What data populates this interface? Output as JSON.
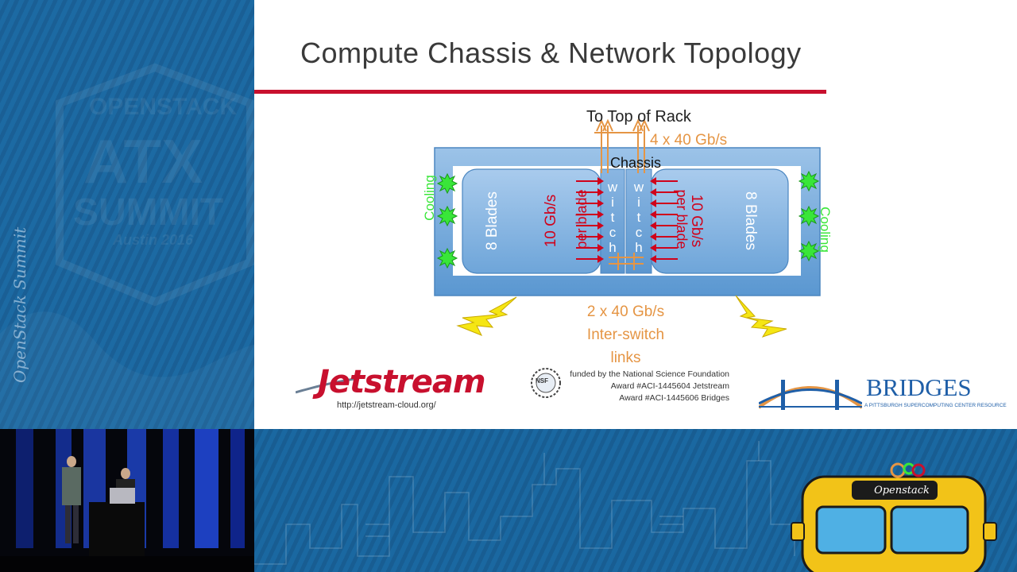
{
  "conference": {
    "watermark_lines": [
      "OPENSTACK",
      "ATX",
      "SUMMIT",
      "Austin 2016"
    ],
    "side_script": "OpenStack Summit",
    "bus_sign": "Openstack"
  },
  "slide": {
    "title": "Compute Chassis & Network Topology"
  },
  "diagram": {
    "top_of_rack": "To Top of Rack",
    "uplink": "4 x 40 Gb/s",
    "chassis": "Chassis",
    "cooling_left": "Cooling",
    "cooling_right": "Cooling",
    "blades_left": "8 Blades",
    "blades_right": "8 Blades",
    "bandwidth_left": "10 Gb/s",
    "bandwidth_right": "10 Gb/s",
    "per_blade_left": "per blade",
    "per_blade_right": "per blade",
    "switch_left": [
      "w",
      "i",
      "t",
      "c",
      "h"
    ],
    "switch_right": [
      "w",
      "i",
      "t",
      "c",
      "h"
    ],
    "interswitch": [
      "2 x 40 Gb/s",
      "Inter-switch",
      "links"
    ]
  },
  "footer": {
    "jetstream_logo": "Jetstream",
    "jetstream_url": "http://jetstream-cloud.org/",
    "nsf_badge": "NSF",
    "funding_lines": [
      "funded by the National Science Foundation",
      "Award #ACI-1445604 Jetstream",
      "Award #ACI-1445606 Bridges"
    ],
    "bridges_logo": "BRIDGES",
    "bridges_tagline": "A PITTSBURGH SUPERCOMPUTING CENTER RESOURCE"
  },
  "colors": {
    "title_rule": "#c8102e",
    "chassis_blue": "#5b9bd5",
    "orange": "#e59544",
    "red": "#d0021b",
    "cooling_green": "#39e639",
    "bolt_yellow": "#f5e614"
  }
}
